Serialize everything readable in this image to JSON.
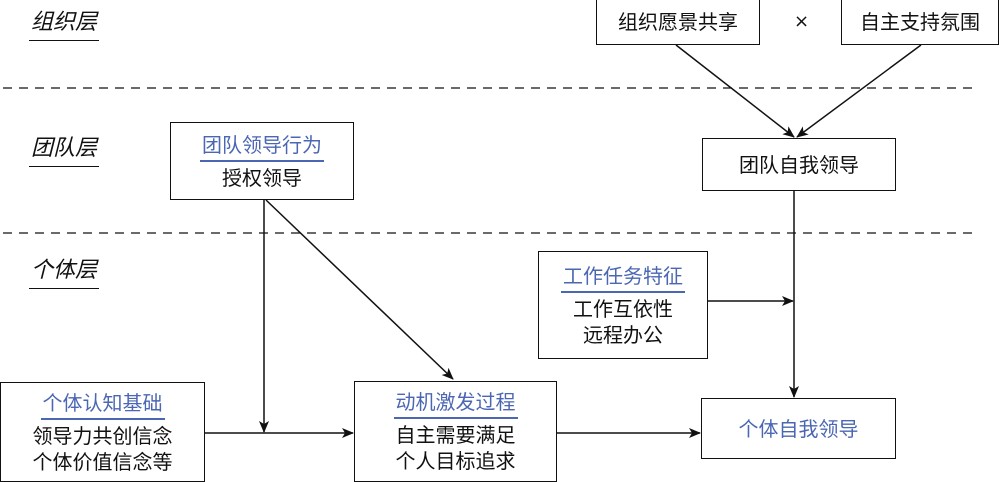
{
  "layers": {
    "organization": "组织层",
    "team": "团队层",
    "individual": "个体层"
  },
  "organization_factors": {
    "vision": "组织愿景共享",
    "operator": "×",
    "autonomy": "自主支持氛围"
  },
  "team_leadership": {
    "heading": "团队领导行为",
    "items": [
      "授权领导"
    ]
  },
  "team_self_leadership": "团队自我领导",
  "task_characteristics": {
    "heading": "工作任务特征",
    "items": [
      "工作互依性",
      "远程办公"
    ]
  },
  "cognitive_basis": {
    "heading": "个体认知基础",
    "items": [
      "领导力共创信念",
      "个体价值信念等"
    ]
  },
  "motivation_process": {
    "heading": "动机激发过程",
    "items": [
      "自主需要满足",
      "个人目标追求"
    ]
  },
  "individual_self_leadership": "个体自我领导",
  "colors": {
    "heading_blue": "#4b67b3",
    "line": "#111111"
  }
}
